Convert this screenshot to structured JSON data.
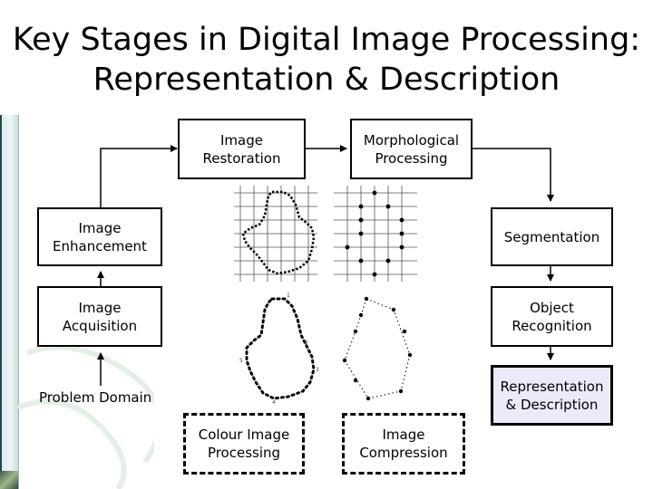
{
  "title": {
    "line1": "Key Stages in Digital Image Processing:",
    "line2": "Representation & Description"
  },
  "stages": {
    "image_restoration": "Image\nRestoration",
    "morphological_processing": "Morphological\nProcessing",
    "image_enhancement": "Image\nEnhancement",
    "segmentation": "Segmentation",
    "image_acquisition": "Image\nAcquisition",
    "object_recognition": "Object\nRecognition",
    "representation_description": "Representation\n& Description",
    "colour_image_processing": "Colour Image\nProcessing",
    "image_compression": "Image\nCompression"
  },
  "problem_domain": "Problem Domain",
  "colors": {
    "highlight_fill": "#eceaf8",
    "box_border": "#000000",
    "sidebar": "#d9e9ec"
  },
  "icons": [
    "boundary-grid-image",
    "chain-code-grid-image",
    "boundary-points-image",
    "polygon-approximation-image"
  ]
}
